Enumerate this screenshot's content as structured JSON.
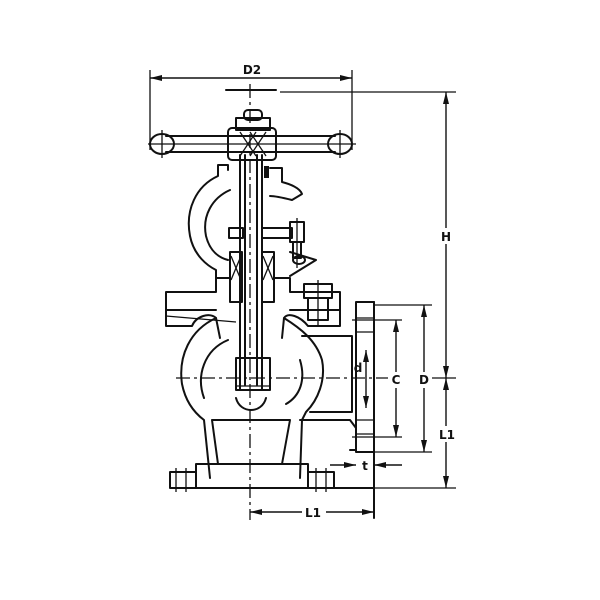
{
  "drawing": {
    "subject": "Angle valve (globe type, flanged) dimensional drawing",
    "line_color": "#111111",
    "background": "#ffffff"
  },
  "dimensions": {
    "D2": "D2",
    "H": "H",
    "D": "D",
    "C": "C",
    "d": "d",
    "t": "t",
    "L1_vertical": "L1",
    "L1_horizontal": "L1"
  }
}
